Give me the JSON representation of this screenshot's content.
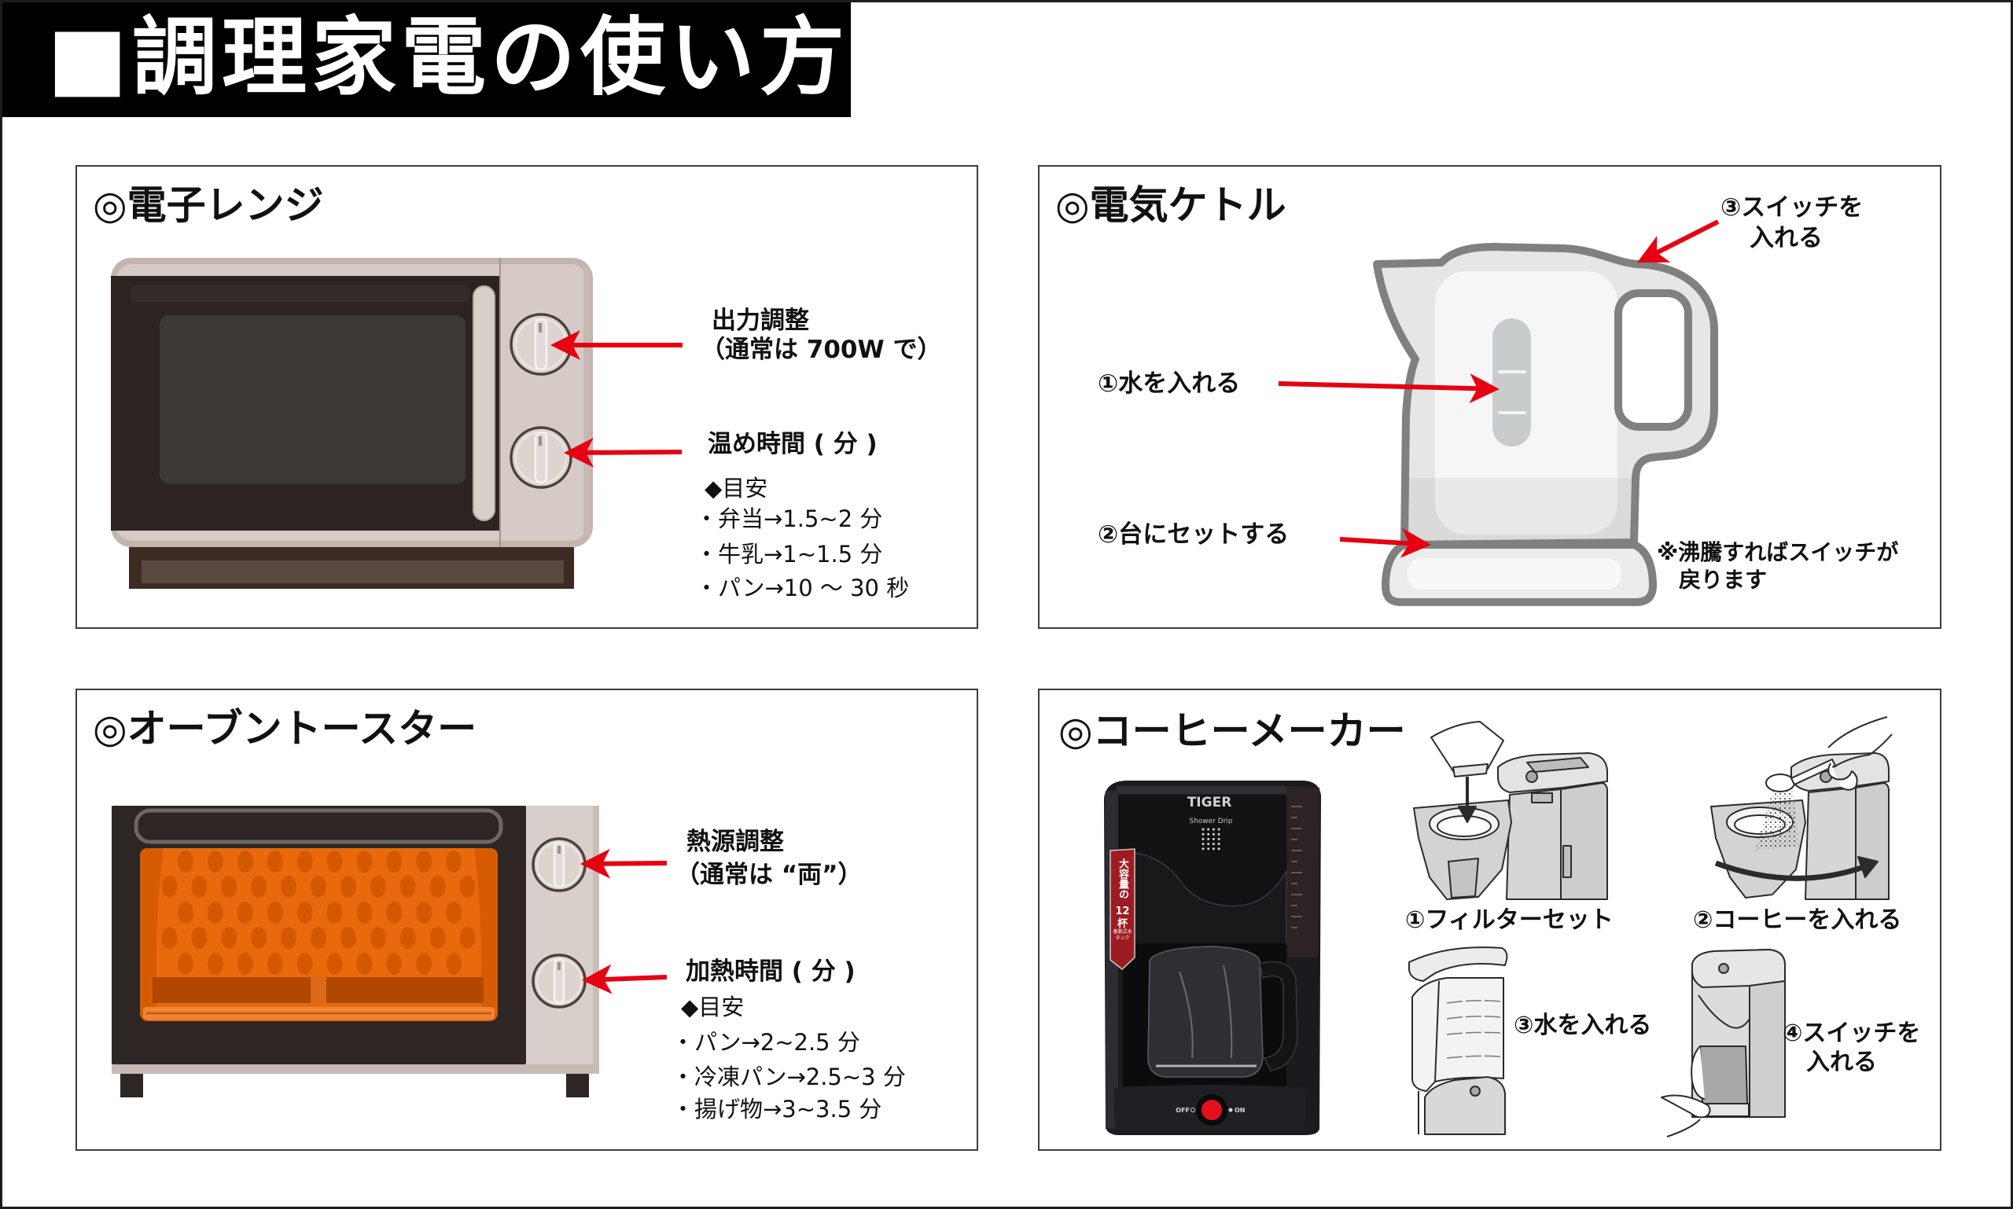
{
  "header": {
    "title": "■調理家電の使い方"
  },
  "colors": {
    "header_bg": "#000000",
    "accent_arrow": "#e60012",
    "panel_border": "#3c3c3c",
    "toaster_glow": "#e96a0c",
    "kettle_outline": "#808080"
  },
  "microwave": {
    "title": "◎電子レンジ",
    "power": {
      "heading": "出力調整",
      "note": "（通常は 700W で）"
    },
    "time": {
      "heading": "温め時間 ( 分 )",
      "guide": "◆目安",
      "items": [
        "・弁当→1.5~2 分",
        "・牛乳→1~1.5 分",
        "・パン→10 〜 30 秒"
      ]
    }
  },
  "kettle": {
    "title": "◎電気ケトル",
    "step1": "①水を入れる",
    "step2": "②台にセットする",
    "step3": [
      "③スイッチを",
      "入れる"
    ],
    "note": [
      "※沸騰すればスイッチが",
      "戻ります"
    ]
  },
  "toaster": {
    "title": "◎オーブントースター",
    "heat": {
      "heading": "熱源調整",
      "note": "（通常は “両”）"
    },
    "time": {
      "heading": "加熱時間 ( 分 )",
      "guide": "◆目安",
      "items": [
        "・パン→2~2.5 分",
        "・冷凍パン→2.5~3 分",
        "・揚げ物→3~3.5 分"
      ]
    }
  },
  "coffee_maker": {
    "title": "◎コーヒーメーカー",
    "photo": {
      "brand": "TIGER",
      "model": "Shower Drip",
      "badge": [
        "大容量の",
        "12杯",
        "着脱式水タンク"
      ],
      "switch_off": "OFF",
      "switch_on": "ON"
    },
    "steps": [
      {
        "label": "①フィルターセット"
      },
      {
        "label": "②コーヒーを入れる"
      },
      {
        "label": "③水を入れる"
      },
      {
        "lines": [
          "④スイッチを",
          "入れる"
        ]
      }
    ]
  }
}
